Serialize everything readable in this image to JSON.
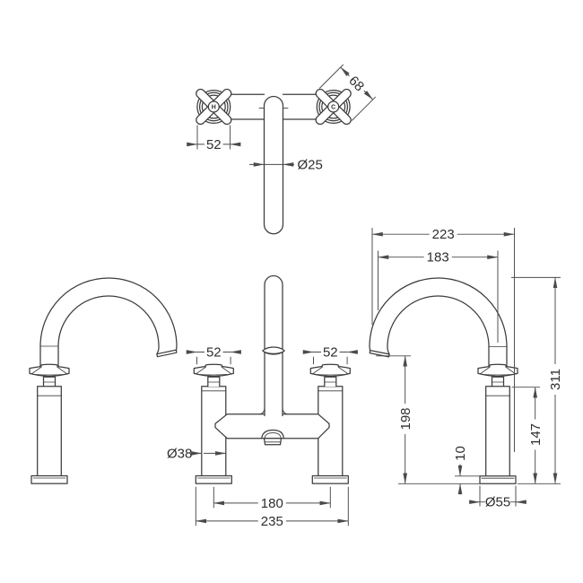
{
  "meta": {
    "background_color": "#ffffff",
    "line_color": "#3c3c3c",
    "dimension_line_color": "#4a4a4a",
    "text_color": "#2e2e2e"
  },
  "drawing": {
    "top_view": {
      "handle_width_label": "52",
      "handle_diagonal_label": "68",
      "spout_diameter_label": "Ø25",
      "hot_marking": "H",
      "cold_marking": "C"
    },
    "front_view": {
      "left_handle_width_label": "52",
      "right_handle_width_label": "52",
      "leg_diameter_label": "Ø38",
      "inlet_centres_label": "180",
      "overall_width_label": "235"
    },
    "side_view": {
      "overall_projection_label": "223",
      "spout_projection_label": "183",
      "overall_height_label": "311",
      "outlet_height_label": "198",
      "body_height_label": "147",
      "base_height_label": "10",
      "base_diameter_label": "Ø55"
    }
  }
}
